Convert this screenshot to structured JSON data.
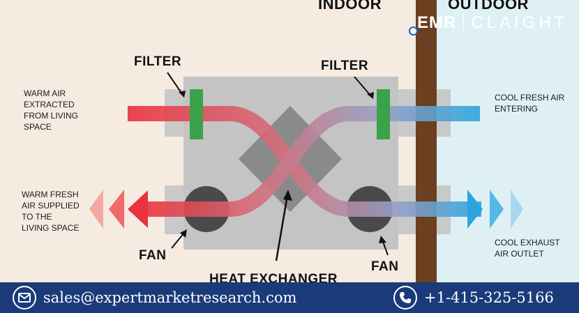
{
  "header": {
    "indoor": "INDOOR",
    "outdoor": "OUTDOOR"
  },
  "brand": {
    "left": "EMR",
    "right": "CLAIGHT"
  },
  "diagram": {
    "filter_left": "FILTER",
    "filter_right": "FILTER",
    "fan_left": "FAN",
    "fan_right": "FAN",
    "heat_exchanger": "HEAT EXCHANGER",
    "warm_air_extracted": "WARM AIR\nEXTRACTED\nFROM LIVING\nSPACE",
    "warm_fresh_air": "WARM FRESH\nAIR SUPPLIED\nTO THE\nLIVING SPACE",
    "cool_fresh_air": "COOL FRESH AIR\nENTERING",
    "cool_exhaust": "COOL EXHAUST\nAIR OUTLET"
  },
  "footer": {
    "email": "sales@expertmarketresearch.com",
    "phone": "+1-415-325-5166"
  },
  "colors": {
    "warm": "#e8323e",
    "cool": "#2ba4e0",
    "filter": "#3aa24a",
    "wall": "#6b3f1f",
    "footer": "#1a3a7a"
  }
}
